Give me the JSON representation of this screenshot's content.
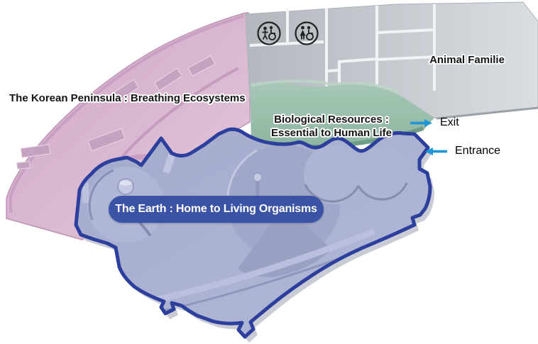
{
  "zones": {
    "korean_peninsula": {
      "label": "The Korean Peninsula : Breathing Ecosystems",
      "fill": "#d2afcb"
    },
    "animal_families": {
      "label": "Animal Familie",
      "fill": "#c9cdd3"
    },
    "biological_resources": {
      "label_line1": "Biological Resources :",
      "label_line2": "Essential to Human Life",
      "fill": "#97bca8"
    },
    "the_earth": {
      "label": "The Earth : Home to Living Organisms",
      "fill": "#a8aecd",
      "outline_color": "#2c3f9d",
      "badge_fill": "#3b53a4",
      "badge_text_color": "#ffffff"
    }
  },
  "markers": {
    "exit": {
      "label": "Exit",
      "arrow_direction": "right",
      "arrow_color": "#2196d4"
    },
    "entrance": {
      "label": "Entrance",
      "arrow_direction": "left",
      "arrow_color": "#2196d4"
    }
  },
  "icons": [
    {
      "name": "restroom-men-accessible-icon"
    },
    {
      "name": "restroom-women-accessible-icon"
    }
  ]
}
